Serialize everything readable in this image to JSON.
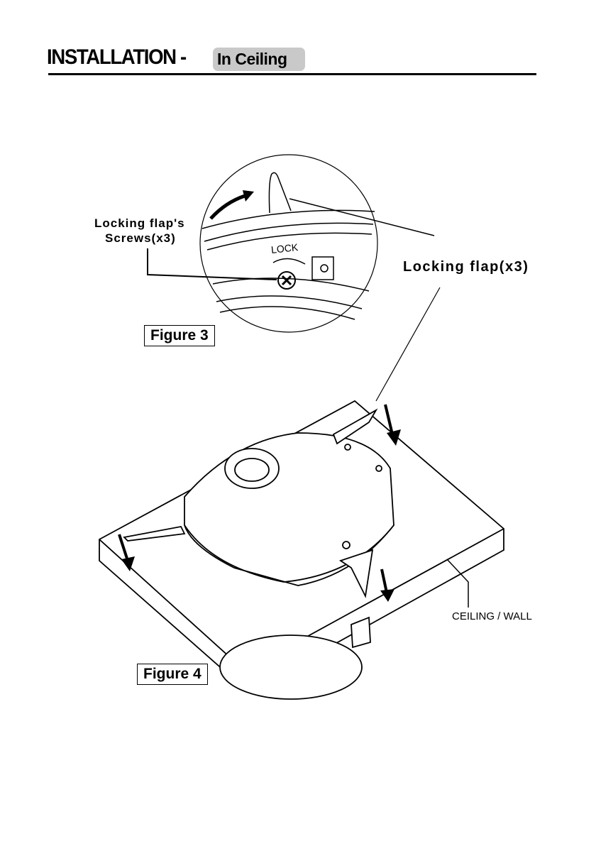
{
  "header": {
    "title": "INSTALLATION -",
    "subtitle": "In Ceiling"
  },
  "figure3": {
    "caption": "Figure 3",
    "label_screws_line1": "Locking flap's",
    "label_screws_line2": "Screws(x3)",
    "label_lock": "LOCK",
    "label_flap": "Locking flap(x3)"
  },
  "figure4": {
    "caption": "Figure 4",
    "label_surface": "CEILING / WALL"
  }
}
